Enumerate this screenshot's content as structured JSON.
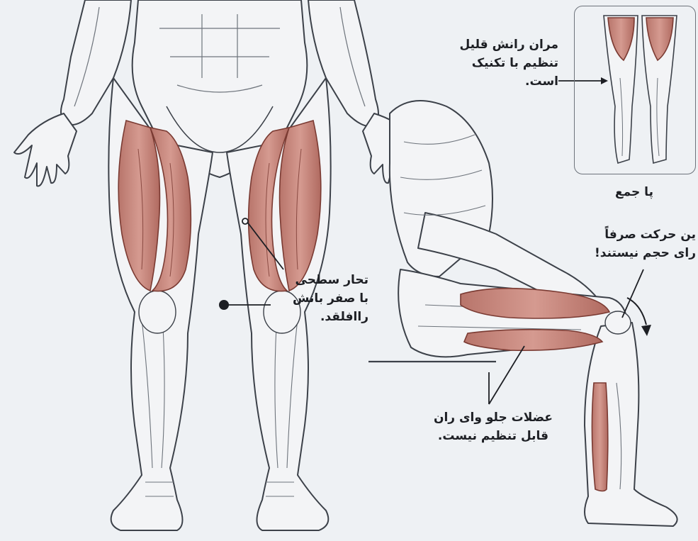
{
  "labels": {
    "top_note": [
      "مران رانش قلیل",
      "تنظیم با تکنیک",
      "است."
    ],
    "inset_caption": "پا جمع",
    "side_note": [
      "ین حرکت صرفاً",
      "رای حجم نیستند!"
    ],
    "front_note": [
      "تحار سطحی",
      "با صفر بانش",
      "راافلقد."
    ],
    "bottom_note": [
      "عضلات جلو وای ران",
      "قابل تنظیم نیست."
    ]
  },
  "colors": {
    "background": "#eef1f4",
    "muscle": "#c98a80",
    "muscle_dark": "#9e5a50",
    "body_fill": "#f3f4f6",
    "line": "#3c4149",
    "text": "#1d1f24"
  },
  "icons": [
    "rotation-arrow-icon",
    "pointer-dot-icon"
  ]
}
